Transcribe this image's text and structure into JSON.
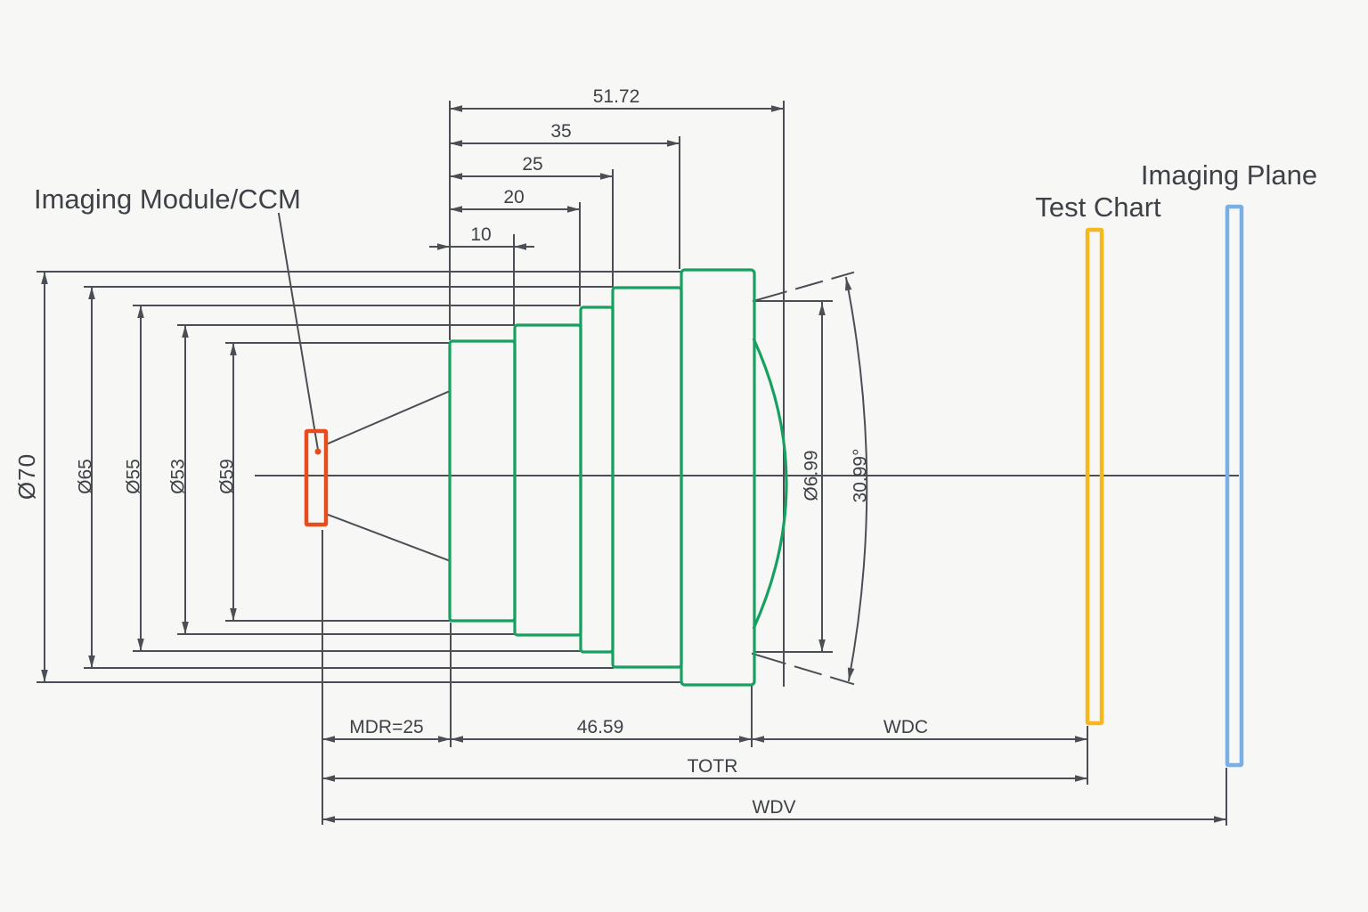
{
  "diagram": {
    "labels": {
      "imaging_module": "Imaging Module/CCM",
      "test_chart": "Test Chart",
      "imaging_plane": "Imaging Plane"
    },
    "top_dimensions": [
      "51.72",
      "35",
      "25",
      "20",
      "10"
    ],
    "diameter_dimensions": [
      "Ø70",
      "Ø65",
      "Ø55",
      "Ø53",
      "Ø59"
    ],
    "lens_dimensions": {
      "front_aperture": "Ø6.99",
      "field_angle": "30.99°"
    },
    "bottom_dimensions": {
      "mdr": "MDR=25",
      "lens_length": "46.59",
      "wdc": "WDC",
      "totr": "TOTR",
      "wdv": "WDV"
    },
    "colors": {
      "line": "#4b4f55",
      "lens": "#17a05f",
      "sensor": "#e74c1f",
      "test_chart": "#f5b81f",
      "imaging_plane": "#79afe4",
      "background": "#f7f8f6"
    }
  }
}
